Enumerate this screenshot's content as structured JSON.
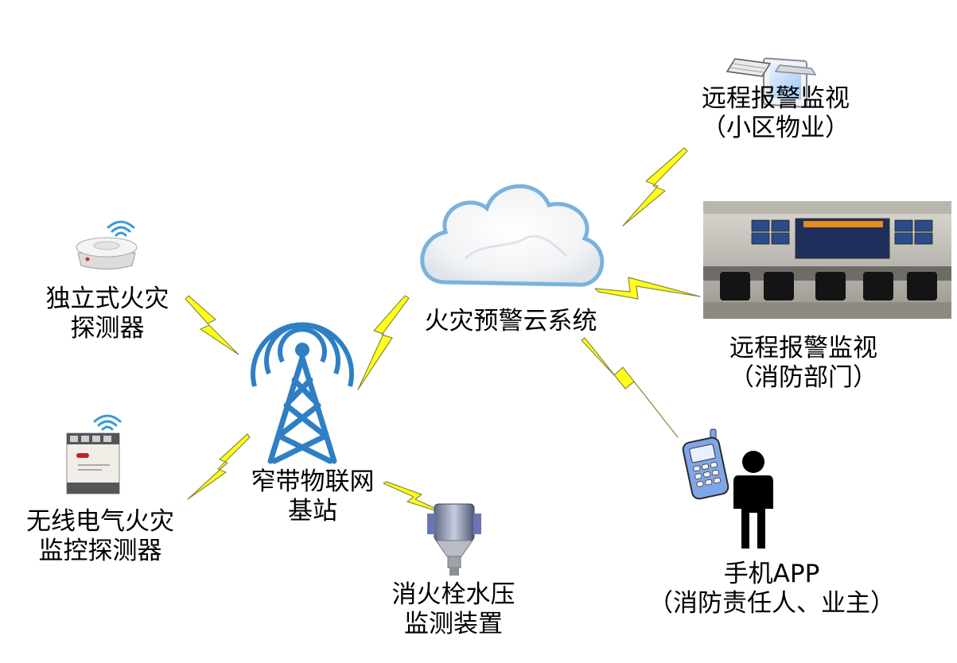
{
  "nodes": {
    "cloud": {
      "label": "火灾预警云系统"
    },
    "base_station": {
      "line1": "窄带物联网",
      "line2": "基站"
    },
    "smoke_detector": {
      "line1": "独立式火灾",
      "line2": "探测器"
    },
    "electrical_detector": {
      "line1": "无线电气火灾",
      "line2": "监控探测器"
    },
    "hydrant_sensor": {
      "line1": "消火栓水压",
      "line2": "监测装置"
    },
    "remote_property": {
      "line1": "远程报警监视",
      "line2": "（小区物业）"
    },
    "remote_fire_dept": {
      "line1": "远程报警监视",
      "line2": "（消防部门）"
    },
    "mobile_app": {
      "line1": "手机APP",
      "line2": "（消防责任人、业主）"
    }
  },
  "colors": {
    "lightning_fill": "#ffff1a",
    "lightning_stroke": "#8a8a40",
    "tower_blue": "#2f7fc4",
    "cloud_edge": "#7ab2dd",
    "phone_blue": "#7fa6e8"
  }
}
